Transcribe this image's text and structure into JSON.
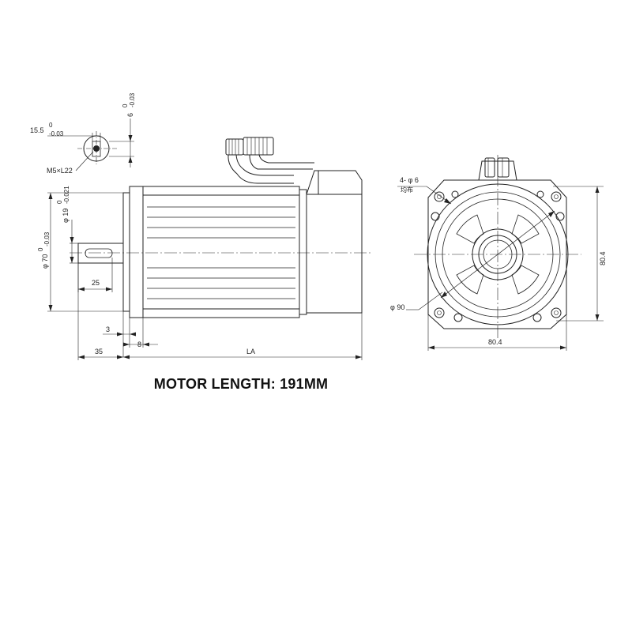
{
  "drawing": {
    "caption": "MOTOR LENGTH: 191MM",
    "shaft_section": {
      "key_width": "15.5",
      "key_width_tol_upper": "0",
      "key_width_tol_lower": "-0.03",
      "key_depth": "6",
      "key_depth_tol_upper": "0",
      "key_depth_tol_lower": "-0.03",
      "thread": "M5×L22"
    },
    "side_view": {
      "pilot_dia": "φ 70",
      "pilot_tol_upper": "0",
      "pilot_tol_lower": "-0.03",
      "shaft_dia": "φ 19",
      "shaft_tol_upper": "0",
      "shaft_tol_lower": "-0.021",
      "key_length": "25",
      "flange_step": "3",
      "flange_thickness": "8",
      "shaft_length": "35",
      "body_length": "LA"
    },
    "front_view": {
      "holes": "4- φ 6",
      "holes_note": "均布",
      "bolt_circle": "φ 90",
      "height": "80.4",
      "width": "80.4"
    }
  }
}
